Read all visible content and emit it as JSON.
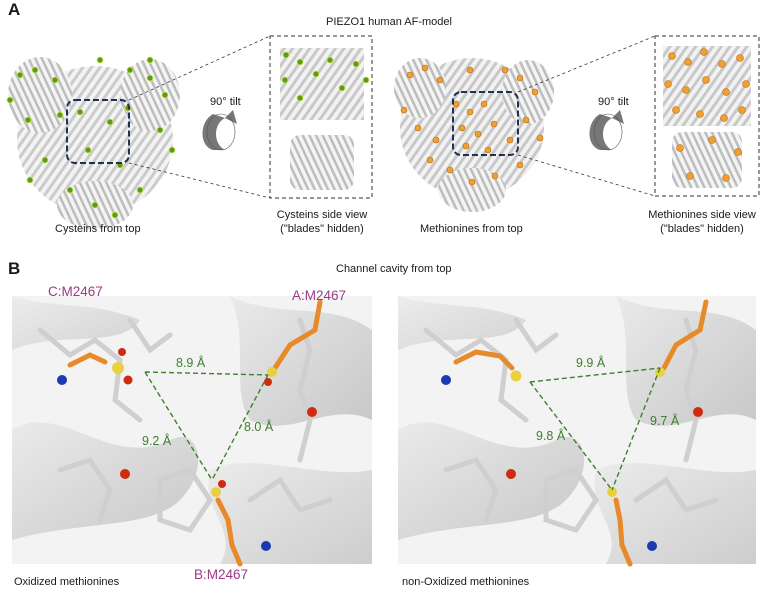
{
  "panel_a": {
    "letter": "A",
    "title": "PIEZO1 human AF-model",
    "tilt_label_1": "90° tilt",
    "tilt_label_2": "90° tilt",
    "captions": {
      "cys_top": "Cysteins from top",
      "cys_side_line1": "Cysteins side view",
      "cys_side_line2": "(\"blades\" hidden)",
      "met_top": "Methionines from top",
      "met_side_line1": "Methionines side view",
      "met_side_line2": "(\"blades\" hidden)"
    },
    "colors": {
      "cysteine": "#5a9a1e",
      "methionine": "#f0a030",
      "protein": "#d9d9d9",
      "box": "#1f2f55"
    }
  },
  "panel_b": {
    "letter": "B",
    "title": "Channel cavity from top",
    "residues": {
      "c": "C:M2467",
      "a": "A:M2467",
      "b": "B:M2467"
    },
    "oxidized": {
      "label": "Oxidized methionines",
      "d_ca": "8.9 Å",
      "d_cb": "9.2 Å",
      "d_ab": "8.0 Å"
    },
    "non_oxidized": {
      "label": "non-Oxidized methionines",
      "d_ca": "9.9 Å",
      "d_cb": "9.8 Å",
      "d_ab": "9.7 Å"
    },
    "colors": {
      "residue_label": "#9a3b86",
      "distance": "#3f7f2f",
      "sulfur": "#e8d040",
      "oxygen": "#d02a10",
      "nitrogen": "#1a3ab0",
      "carbon_met": "#e88a2a"
    }
  }
}
